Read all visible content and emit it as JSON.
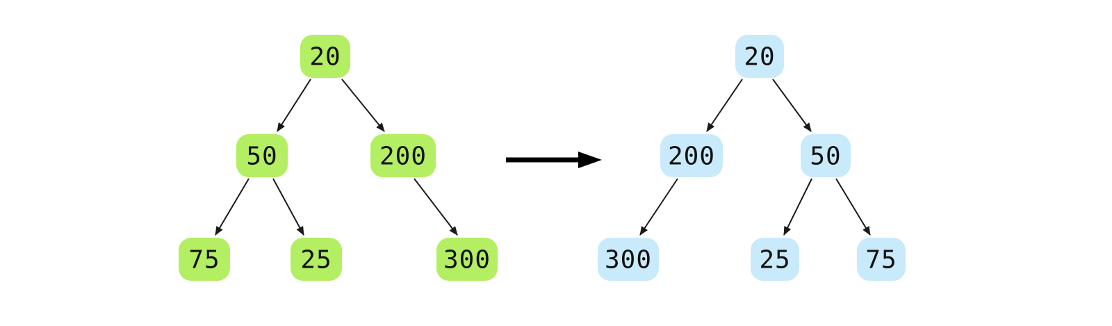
{
  "diagram": {
    "title": "binary-tree-mirror-transformation",
    "trees": [
      {
        "name": "left-tree",
        "node_color": "#b4ee62",
        "nodes": [
          {
            "label": "20"
          },
          {
            "label": "50"
          },
          {
            "label": "200"
          },
          {
            "label": "75"
          },
          {
            "label": "25"
          },
          {
            "label": "300"
          }
        ],
        "edges": [
          {
            "from": "20",
            "to": "50",
            "side": "left"
          },
          {
            "from": "20",
            "to": "200",
            "side": "right"
          },
          {
            "from": "50",
            "to": "75",
            "side": "left"
          },
          {
            "from": "50",
            "to": "25",
            "side": "right"
          },
          {
            "from": "200",
            "to": "300",
            "side": "right"
          }
        ]
      },
      {
        "name": "right-tree",
        "node_color": "#c9eafa",
        "nodes": [
          {
            "label": "20"
          },
          {
            "label": "200"
          },
          {
            "label": "50"
          },
          {
            "label": "300"
          },
          {
            "label": "25"
          },
          {
            "label": "75"
          }
        ],
        "edges": [
          {
            "from": "20",
            "to": "200",
            "side": "left"
          },
          {
            "from": "20",
            "to": "50",
            "side": "right"
          },
          {
            "from": "200",
            "to": "300",
            "side": "left"
          },
          {
            "from": "50",
            "to": "25",
            "side": "left"
          },
          {
            "from": "50",
            "to": "75",
            "side": "right"
          }
        ]
      }
    ],
    "transform_arrow": {
      "icon": "right-arrow",
      "color": "#000000"
    },
    "edge_color": "#1a1a1a",
    "text_color": "#111111"
  }
}
